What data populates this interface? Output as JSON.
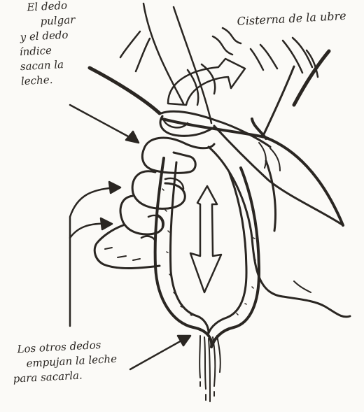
{
  "labels": {
    "top_right": "Cisterna de la ubre",
    "top_left": [
      "El dedo",
      "pulgar",
      "y el dedo",
      "índice",
      "sacan la",
      "leche."
    ],
    "bottom_left": [
      "Los otros dedos",
      "empujan la leche",
      "para sacarla."
    ]
  },
  "colors": {
    "ink": "#2a2622",
    "paper": "#fbfaf7"
  }
}
